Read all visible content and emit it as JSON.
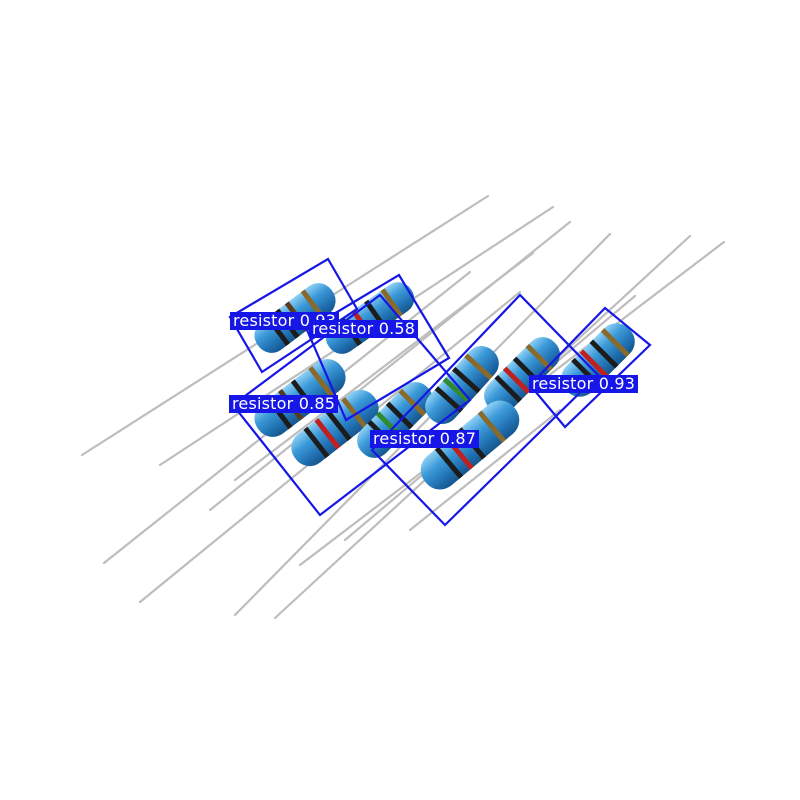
{
  "image": {
    "subject": "resistors",
    "body_color": "#3a8fd0",
    "lead_color": "#b8b8b8",
    "box_color": "#1616e6",
    "label_text_color": "#ffffff"
  },
  "detections": [
    {
      "class_name": "resistor",
      "confidence": "0.93",
      "text": "resistor 0.93"
    },
    {
      "class_name": "resistor",
      "confidence": "0.58",
      "text": "resistor 0.58"
    },
    {
      "class_name": "resistor",
      "confidence": "0.85",
      "text": "resistor 0.85"
    },
    {
      "class_name": "resistor",
      "confidence": "0.87",
      "text": "resistor 0.87"
    },
    {
      "class_name": "resistor",
      "confidence": "0.93",
      "text": "resistor 0.93"
    }
  ]
}
